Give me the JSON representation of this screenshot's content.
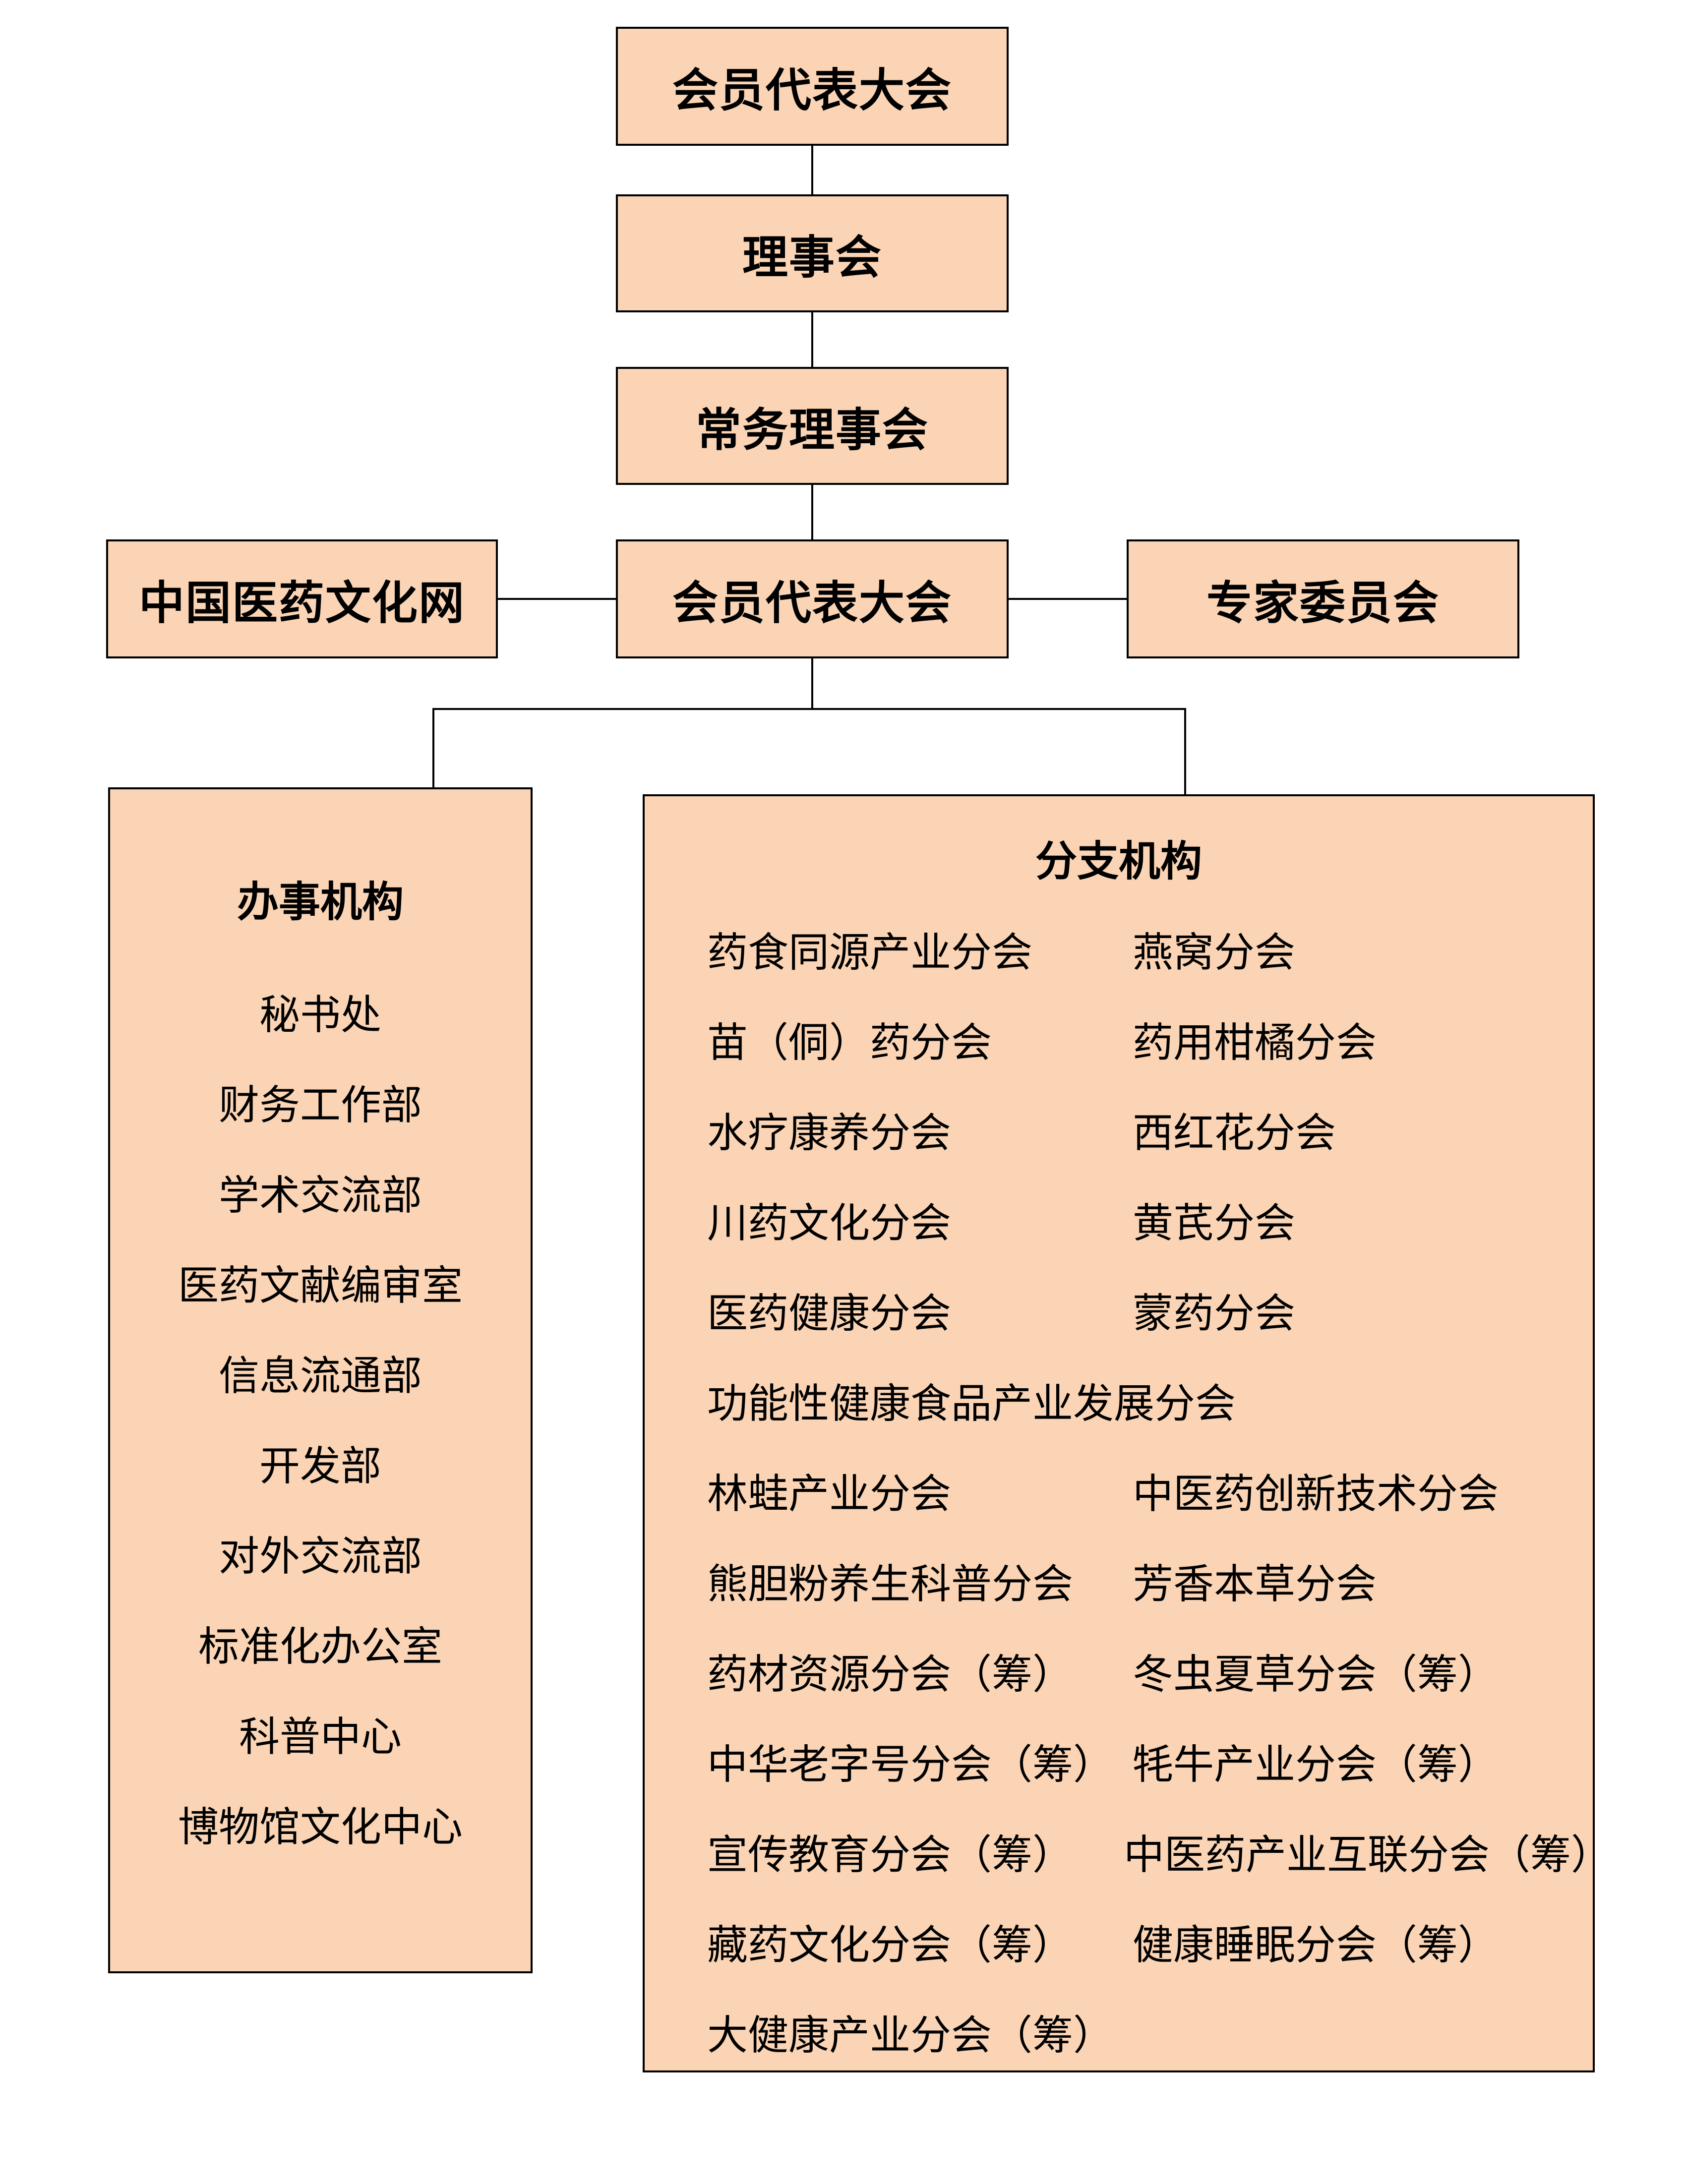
{
  "top_chain": [
    "会员代表大会",
    "理事会",
    "常务理事会",
    "会员代表大会"
  ],
  "left_side_box": "中国医药文化网",
  "right_side_box": "专家委员会",
  "offices": {
    "title": "办事机构",
    "items": [
      "秘书处",
      "财务工作部",
      "学术交流部",
      "医药文献编审室",
      "信息流通部",
      "开发部",
      "对外交流部",
      "标准化办公室",
      "科普中心",
      "博物馆文化中心"
    ]
  },
  "branches": {
    "title": "分支机构",
    "rows": [
      [
        "药食同源产业分会",
        "燕窝分会"
      ],
      [
        "苗（侗）药分会",
        "药用柑橘分会"
      ],
      [
        "水疗康养分会",
        "西红花分会"
      ],
      [
        "川药文化分会",
        "黄芪分会"
      ],
      [
        "医药健康分会",
        "蒙药分会"
      ],
      [
        "功能性健康食品产业发展分会",
        ""
      ],
      [
        "林蛙产业分会",
        "中医药创新技术分会"
      ],
      [
        "熊胆粉养生科普分会",
        "芳香本草分会"
      ],
      [
        "药材资源分会（筹）",
        "冬虫夏草分会（筹）"
      ],
      [
        "中华老字号分会（筹）",
        "牦牛产业分会（筹）"
      ],
      [
        "宣传教育分会（筹）",
        "中医药产业互联分会（筹）"
      ],
      [
        "藏药文化分会（筹）",
        "健康睡眠分会（筹）"
      ],
      [
        "大健康产业分会（筹）",
        ""
      ]
    ]
  },
  "colors": {
    "box_fill": "#fad4b4",
    "border": "#000000"
  }
}
